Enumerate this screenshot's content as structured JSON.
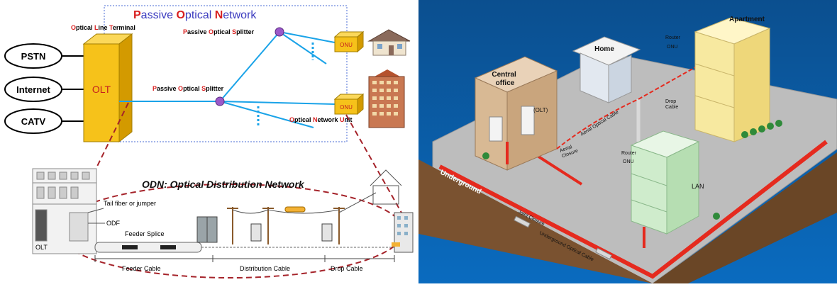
{
  "left": {
    "pon_title": {
      "initial1": "P",
      "rest1": "assive ",
      "initial2": "O",
      "rest2": "ptical ",
      "initial3": "N",
      "rest3": "etwork"
    },
    "olt_title": {
      "initial1": "O",
      "rest1": "ptical ",
      "initial2": "L",
      "rest2": "ine ",
      "initial3": "T",
      "rest3": "erminal"
    },
    "olt_label": "OLT",
    "services": [
      "PSTN",
      "Internet",
      "CATV"
    ],
    "splitter_top": {
      "initial1": "P",
      "rest1": "assive ",
      "initial2": "O",
      "rest2": "ptical ",
      "initial3": "S",
      "rest3": "plitter"
    },
    "splitter_mid": {
      "initial1": "P",
      "rest1": "assive ",
      "initial2": "O",
      "rest2": "ptical ",
      "initial3": "S",
      "rest3": "plitter"
    },
    "onu_label": "ONU",
    "onu_title": {
      "initial1": "O",
      "rest1": "ptical ",
      "initial2": "N",
      "rest2": "etwork ",
      "initial3": "U",
      "rest3": "nit"
    },
    "odn_title": "ODN: Optical Distribution Network",
    "tail_fiber": "Tail fiber or jumper",
    "odf": "ODF",
    "feeder_splice": "Feeder Splice",
    "olt_small": "OLT",
    "feeder_cable": "Feeder Cable",
    "distribution_cable": "Distribution Cable",
    "drop_cable": "Drop Cable"
  },
  "right": {
    "central_office": [
      "Central",
      "office"
    ],
    "olt": "(OLT)",
    "home": "Home",
    "apartment": "Apartment",
    "router1": "Router",
    "onu1": "ONU",
    "router2": "Router",
    "onu2": "ONU",
    "lan": "LAN",
    "aerial_closure": [
      "Aerial",
      "Closure"
    ],
    "aerial_cable": "Aerial Optical Cable",
    "drop_cable": [
      "Drop",
      "Cable"
    ],
    "underground": "Underground",
    "joint_closure": "Joint Closure",
    "underground_cable": "Underground Optical Cable"
  },
  "colors": {
    "olt_yellow": "#f6c21a",
    "fiber_blue": "#1aa3e8",
    "odn_red": "#a5232a",
    "letter_red": "#d81f1f",
    "ocean_blue": "#0b4f8f"
  }
}
